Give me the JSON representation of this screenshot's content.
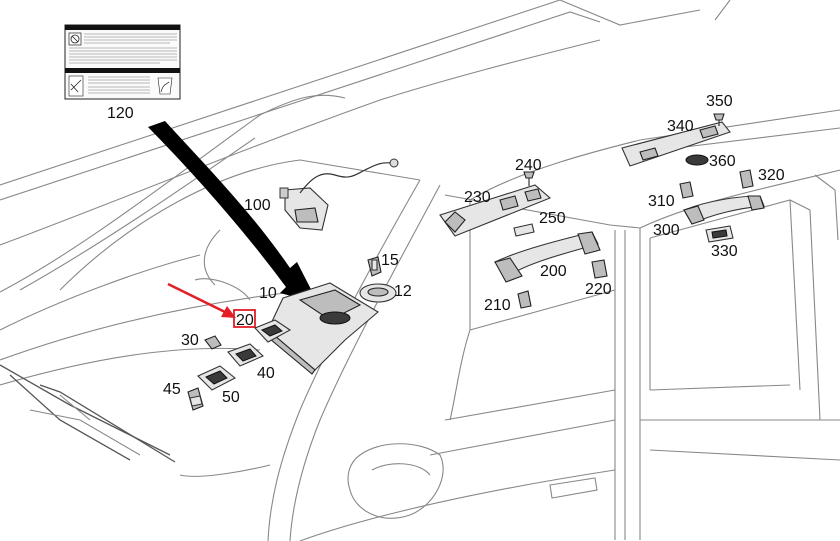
{
  "diagram": {
    "callouts": [
      {
        "id": "120",
        "text": "120"
      },
      {
        "id": "100",
        "text": "100"
      },
      {
        "id": "15",
        "text": "15"
      },
      {
        "id": "12",
        "text": "12"
      },
      {
        "id": "10",
        "text": "10"
      },
      {
        "id": "20",
        "text": "20",
        "highlighted": true
      },
      {
        "id": "30",
        "text": "30"
      },
      {
        "id": "40",
        "text": "40"
      },
      {
        "id": "45",
        "text": "45"
      },
      {
        "id": "50",
        "text": "50"
      },
      {
        "id": "240",
        "text": "240"
      },
      {
        "id": "230",
        "text": "230"
      },
      {
        "id": "250",
        "text": "250"
      },
      {
        "id": "200",
        "text": "200"
      },
      {
        "id": "210",
        "text": "210"
      },
      {
        "id": "220",
        "text": "220"
      },
      {
        "id": "350",
        "text": "350"
      },
      {
        "id": "340",
        "text": "340"
      },
      {
        "id": "360",
        "text": "360"
      },
      {
        "id": "310",
        "text": "310"
      },
      {
        "id": "320",
        "text": "320"
      },
      {
        "id": "300",
        "text": "300"
      },
      {
        "id": "330",
        "text": "330"
      }
    ],
    "colors": {
      "highlight": "#e21f26",
      "line": "#888888",
      "arrow": "#000000"
    },
    "icons": [
      "warning-label-icon",
      "pointer-arrow-icon",
      "highlight-arrow-icon"
    ]
  }
}
